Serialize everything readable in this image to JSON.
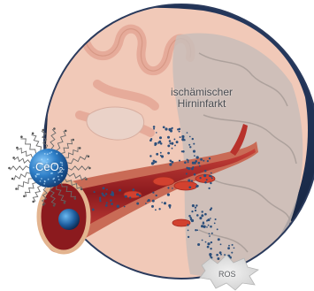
{
  "labels": {
    "infarct_line1": "ischämischer",
    "infarct_line2": "Hirninfarkt",
    "ros": "ROS",
    "ceo2_base": "CeO",
    "ceo2_subscript": "2"
  },
  "colors": {
    "background_disk": "#1c2b47",
    "brain_tissue": "#f1c9b8",
    "infarct_region": "#c9bdb8",
    "vessel_wall": "#b8322c",
    "vessel_lumen": "#7e1418",
    "red_blood_cell": "#d2412f",
    "ceria_particle": "#2e7fc8",
    "ros_dots": "#2c4f7a"
  }
}
